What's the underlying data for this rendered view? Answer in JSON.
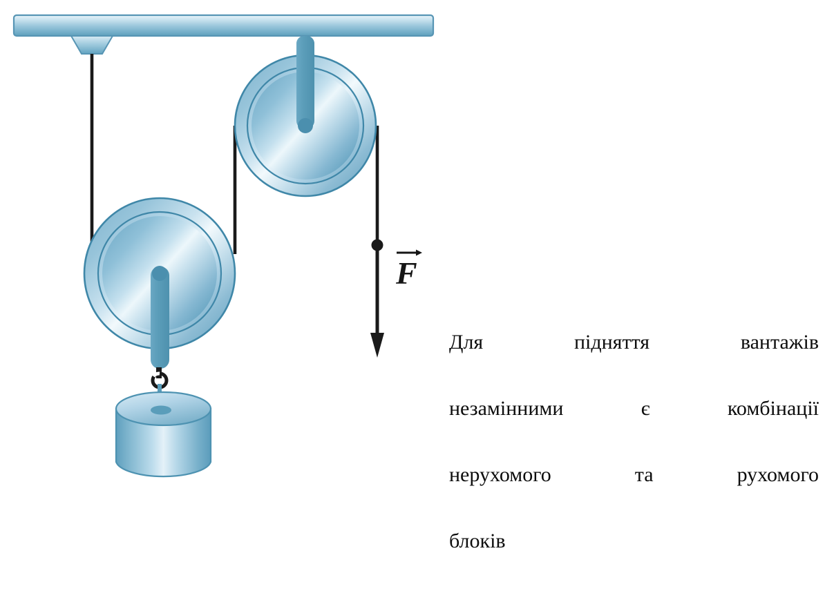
{
  "figure": {
    "title": "Combination of a fixed pulley and a movable pulley lifting a load",
    "force_label": "F",
    "force_label_has_vector_arrow": true,
    "colors": {
      "metal_light": "#eaf4fa",
      "metal_mid": "#7cb4cf",
      "metal_dark": "#4e94b5",
      "stroke_teal": "#3f87a8",
      "solid_teal": "#5a9dba",
      "rope_black": "#1a1a1a",
      "text_black": "#0d0d0d",
      "background": "#ffffff"
    },
    "parts": [
      {
        "name": "ceiling-beam",
        "label": "ceiling beam"
      },
      {
        "name": "anchor-bracket",
        "label": "rope anchor bracket"
      },
      {
        "name": "fixed-pulley",
        "label": "fixed pulley"
      },
      {
        "name": "movable-pulley",
        "label": "movable pulley"
      },
      {
        "name": "rope",
        "label": "rope"
      },
      {
        "name": "hook",
        "label": "hook"
      },
      {
        "name": "load-weight",
        "label": "load (cylindrical weight)"
      },
      {
        "name": "force-arrow",
        "label": "applied force arrow"
      }
    ]
  },
  "caption": {
    "full_text": "Для підняття вантажів незамінними є комбінації нерухомого та рухомого блоків",
    "lines": [
      "Для підняття вантажів",
      "незамінними є комбінації",
      "нерухомого та рухомого",
      "блоків"
    ]
  }
}
